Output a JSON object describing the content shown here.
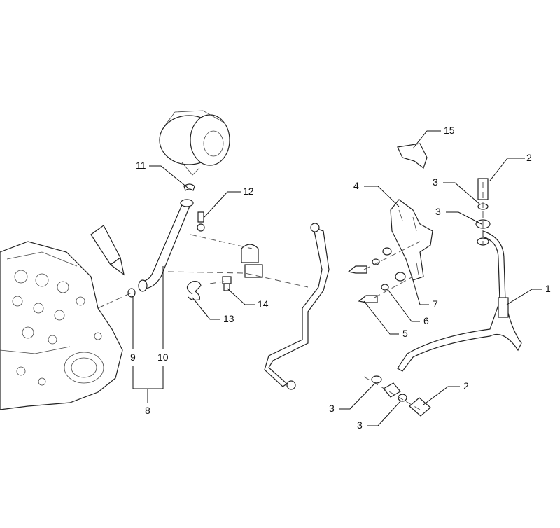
{
  "diagram": {
    "type": "exploded parts diagram",
    "callouts": [
      {
        "id": "c15",
        "text": "15"
      },
      {
        "id": "c2a",
        "text": "2"
      },
      {
        "id": "c3a",
        "text": "3"
      },
      {
        "id": "c3b",
        "text": "3"
      },
      {
        "id": "c4",
        "text": "4"
      },
      {
        "id": "c11",
        "text": "11"
      },
      {
        "id": "c12",
        "text": "12"
      },
      {
        "id": "c1",
        "text": "1"
      },
      {
        "id": "c7",
        "text": "7"
      },
      {
        "id": "c6",
        "text": "6"
      },
      {
        "id": "c5",
        "text": "5"
      },
      {
        "id": "c13",
        "text": "13"
      },
      {
        "id": "c14",
        "text": "14"
      },
      {
        "id": "c9",
        "text": "9"
      },
      {
        "id": "c10",
        "text": "10"
      },
      {
        "id": "c8",
        "text": "8"
      },
      {
        "id": "c3c",
        "text": "3"
      },
      {
        "id": "c2b",
        "text": "2"
      },
      {
        "id": "c3d",
        "text": "3"
      }
    ]
  }
}
